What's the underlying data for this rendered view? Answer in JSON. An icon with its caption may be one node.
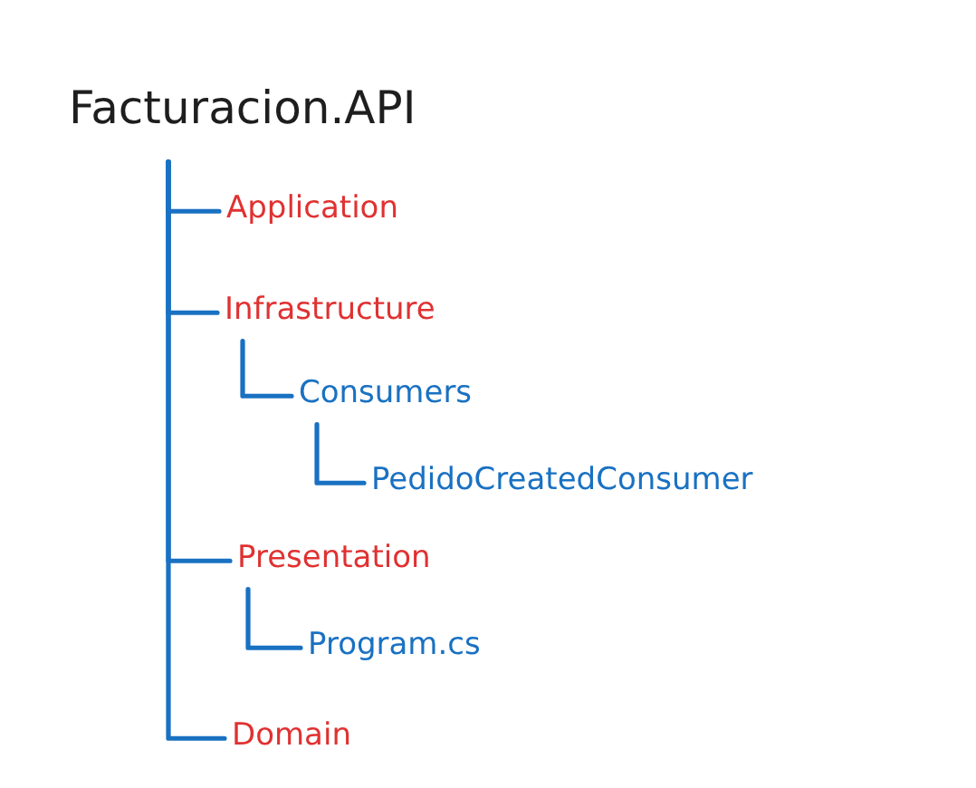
{
  "diagram": {
    "nodes": [
      {
        "text": [
          "Facturacion.API"
        ]
      },
      {
        "text": [
          "Application"
        ]
      },
      {
        "text": [
          "Infrastructure"
        ]
      },
      {
        "text": [
          "Consumers"
        ]
      },
      {
        "text": [
          "PedidoCreatedConsumer"
        ]
      },
      {
        "text": [
          "Presentation"
        ]
      },
      {
        "text": [
          "Program.cs"
        ]
      },
      {
        "text": [
          "Domain"
        ]
      }
    ],
    "edges": [
      {
        "from": 0,
        "to": 1,
        "arrow": "none"
      },
      {
        "from": 0,
        "to": 2,
        "arrow": "none"
      },
      {
        "from": 2,
        "to": 3,
        "arrow": "none"
      },
      {
        "from": 3,
        "to": 4,
        "arrow": "none"
      },
      {
        "from": 0,
        "to": 5,
        "arrow": "none"
      },
      {
        "from": 5,
        "to": 6,
        "arrow": "none"
      },
      {
        "from": 0,
        "to": 7,
        "arrow": "none"
      }
    ]
  }
}
